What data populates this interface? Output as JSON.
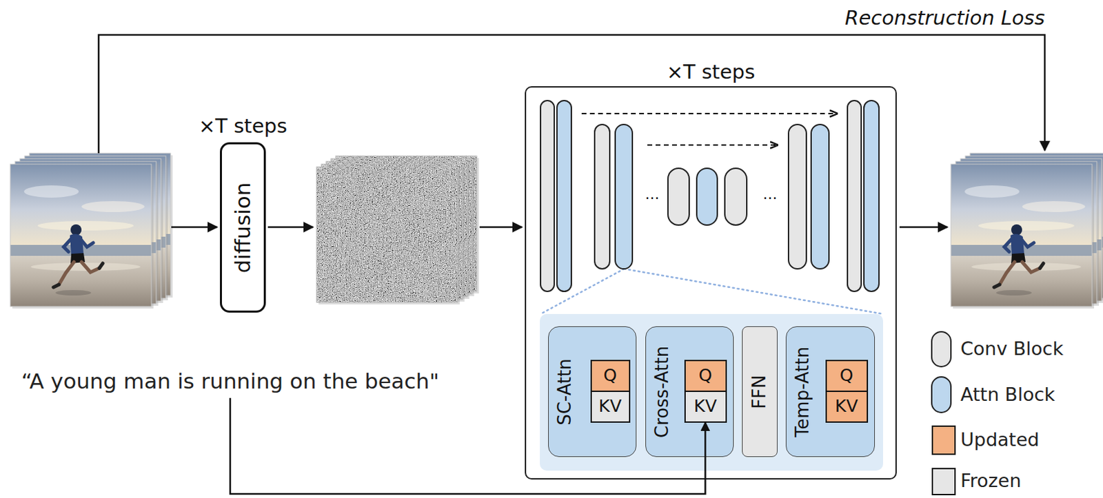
{
  "diagram": {
    "nodes": [
      {
        "text": [
          "×T steps",
          "diffusion"
        ]
      },
      {
        "text": [
          "×T steps"
        ]
      },
      {
        "text": [
          "SC-Attn"
        ],
        "in": 1
      },
      {
        "text": [
          "Q"
        ],
        "in": 2
      },
      {
        "text": [
          "KV"
        ],
        "in": 2
      },
      {
        "text": [
          "Cross-Attn"
        ],
        "in": 1
      },
      {
        "text": [
          "Q"
        ],
        "in": 5
      },
      {
        "text": [
          "KV"
        ],
        "in": 5
      },
      {
        "text": [
          "FFN"
        ],
        "in": 1
      },
      {
        "text": [
          "Temp-Attn"
        ],
        "in": 1
      },
      {
        "text": [
          "Q"
        ],
        "in": 9
      },
      {
        "text": [
          "KV"
        ],
        "in": 9
      },
      {
        "text": [
          "“A young man is running on the beach\""
        ]
      }
    ],
    "edges": [
      {
        "from": 12,
        "to": 7,
        "arrow": "to"
      }
    ],
    "labels": [
      "Reconstruction Loss",
      "...",
      "..."
    ],
    "legend": [
      {
        "text": "Conv Block"
      },
      {
        "text": "Attn Block"
      },
      {
        "text": "Updated",
        "color": "#f4b183"
      },
      {
        "text": "Frozen",
        "color": "#e6e6e6"
      }
    ]
  }
}
